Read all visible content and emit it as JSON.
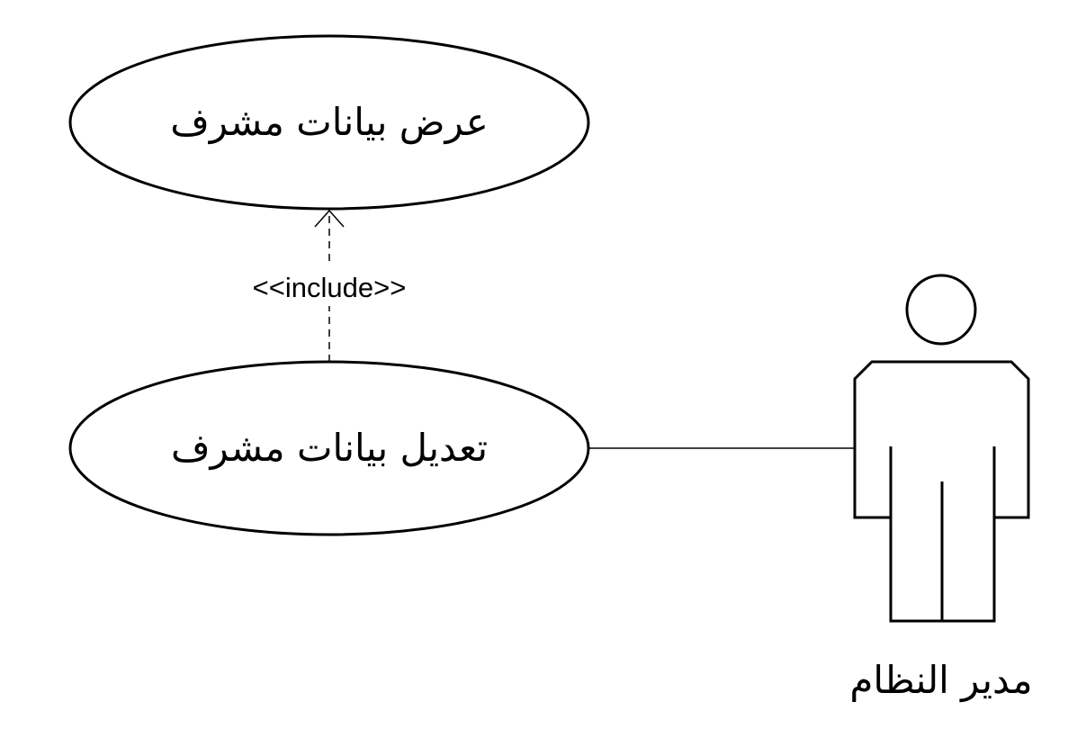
{
  "use_cases": [
    {
      "id": "view",
      "label": "عرض بيانات مشرف"
    },
    {
      "id": "edit",
      "label": "تعديل بيانات مشرف"
    }
  ],
  "relationship": {
    "type": "include",
    "label": "<<include>>",
    "from": "edit",
    "to": "view"
  },
  "actor": {
    "label": "مدير النظام",
    "icon": "actor-figure-icon"
  },
  "association": {
    "from": "actor",
    "to": "edit"
  }
}
